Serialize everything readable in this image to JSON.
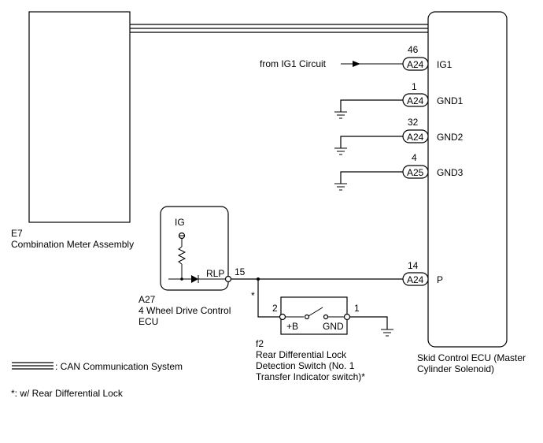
{
  "meter": {
    "code": "E7",
    "name": "Combination Meter Assembly"
  },
  "ecu": {
    "name_line1": "Skid Control ECU (Master",
    "name_line2": "Cylinder Solenoid)"
  },
  "ig1_source": "from IG1 Circuit",
  "pins": [
    {
      "number": "46",
      "connector": "A24",
      "signal": "IG1"
    },
    {
      "number": "1",
      "connector": "A24",
      "signal": "GND1"
    },
    {
      "number": "32",
      "connector": "A24",
      "signal": "GND2"
    },
    {
      "number": "4",
      "connector": "A25",
      "signal": "GND3"
    },
    {
      "number": "14",
      "connector": "A24",
      "signal": "P"
    }
  ],
  "fourwd": {
    "code": "A27",
    "name_line1": "4 Wheel Drive Control",
    "name_line2": "ECU",
    "ig_label": "IG",
    "rlp_label": "RLP",
    "pin": "15"
  },
  "switch": {
    "code": "f2",
    "name_line1": "Rear Differential Lock",
    "name_line2": "Detection Switch (No. 1",
    "name_line3": "Transfer Indicator switch)*",
    "pin_b": "2",
    "pin_gnd": "1",
    "b_label": "+B",
    "gnd_label": "GND",
    "asterisk": "*"
  },
  "legend": {
    "can": ": CAN Communication System",
    "note": "*: w/ Rear Differential Lock"
  }
}
